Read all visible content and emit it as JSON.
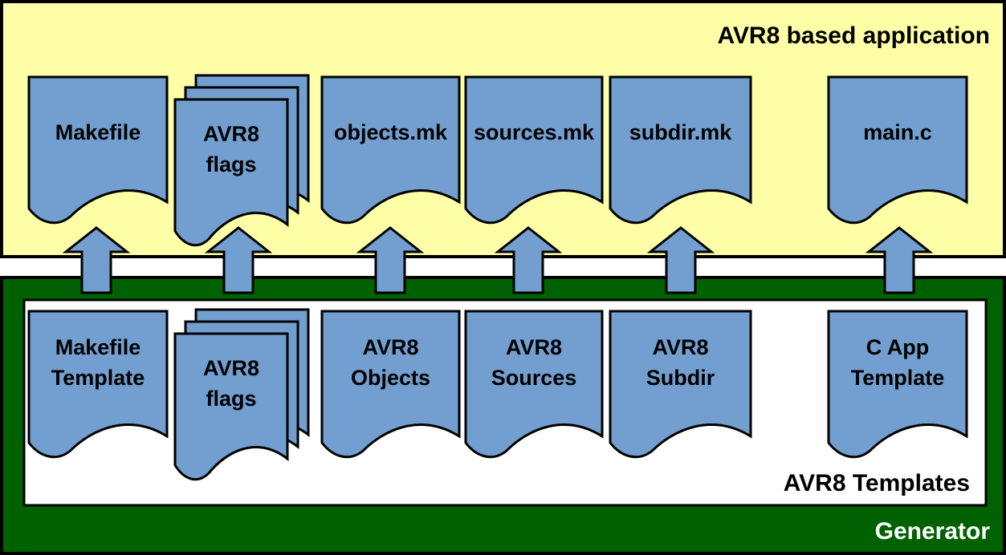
{
  "app_region": {
    "title": "AVR8 based application",
    "fill": "#ffffa8"
  },
  "generator_region": {
    "title": "Generator",
    "fill": "#006100",
    "title_color": "#ffffff"
  },
  "templates_region": {
    "title": "AVR8 Templates",
    "fill": "#ffffff"
  },
  "document_color": "#729fcf",
  "outputs": [
    {
      "name": "makefile",
      "lines": [
        "Makefile"
      ]
    },
    {
      "name": "avr8-flags",
      "lines": [
        "AVR8",
        "flags"
      ]
    },
    {
      "name": "objects-mk",
      "lines": [
        "objects.mk"
      ]
    },
    {
      "name": "sources-mk",
      "lines": [
        "sources.mk"
      ]
    },
    {
      "name": "subdir-mk",
      "lines": [
        "subdir.mk"
      ]
    },
    {
      "name": "main-c",
      "lines": [
        "main.c"
      ]
    }
  ],
  "templates": [
    {
      "name": "makefile-template",
      "lines": [
        "Makefile",
        "Template"
      ]
    },
    {
      "name": "avr8-flags-template",
      "lines": [
        "AVR8",
        "flags"
      ]
    },
    {
      "name": "avr8-objects",
      "lines": [
        "AVR8",
        "Objects"
      ]
    },
    {
      "name": "avr8-sources",
      "lines": [
        "AVR8",
        "Sources"
      ]
    },
    {
      "name": "avr8-subdir",
      "lines": [
        "AVR8",
        "Subdir"
      ]
    },
    {
      "name": "c-app-template",
      "lines": [
        "C App",
        "Template"
      ]
    }
  ]
}
